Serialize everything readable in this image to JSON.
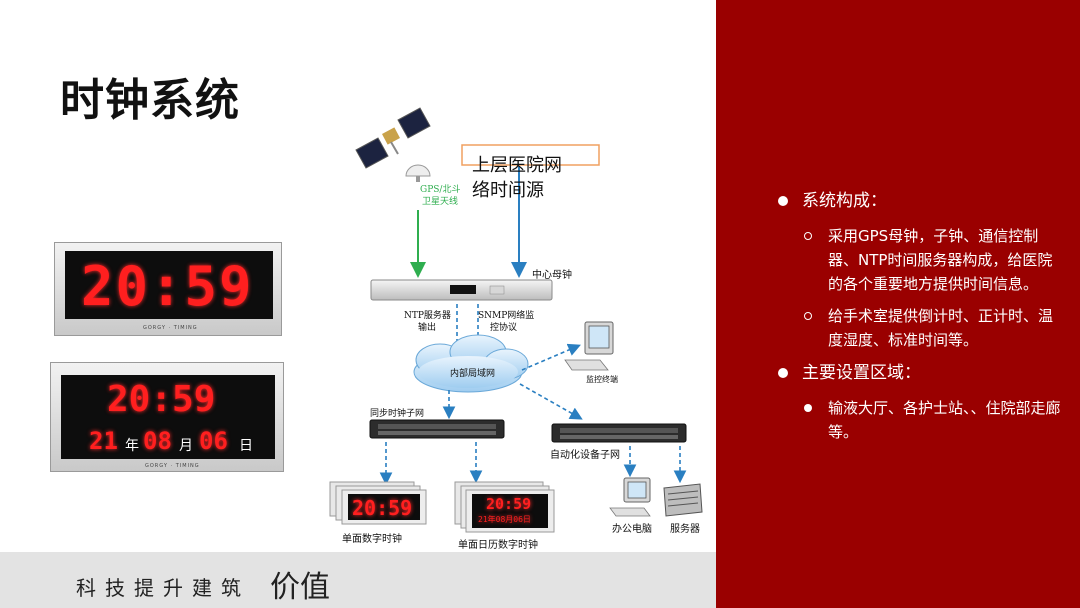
{
  "slide": {
    "title": "时钟系统",
    "slogan_main": "科技提升建筑",
    "slogan_emphasis": "价值"
  },
  "clocks": {
    "big_digital": {
      "time": "20:59"
    },
    "big_calendar": {
      "time": "20:59",
      "year_digits": "21",
      "year_unit": "年",
      "month_digits": "08",
      "month_unit": "月",
      "day_digits": "06",
      "day_unit": "日"
    },
    "small_digital": {
      "time": "20:59"
    },
    "small_calendar": {
      "time": "20:59",
      "date": "21年08月06日"
    }
  },
  "diagram": {
    "upper_source_line1": "上层医院网",
    "upper_source_line2": "络时间源",
    "gps_label_line1": "GPS/北斗",
    "gps_label_line2": "卫星天线",
    "master_clock_label": "中心母钟",
    "ntp_output_line1": "NTP服务器",
    "ntp_output_line2": "输出",
    "snmp_line1": "SNMP网络监",
    "snmp_line2": "控协议",
    "lan_label": "内部局域网",
    "monitor_label": "监控终端",
    "sync_subnet_label": "同步时钟子网",
    "automation_subnet_label": "自动化设备子网",
    "single_digital_clock_label": "单面数字时钟",
    "single_calendar_clock_label": "单面日历数字时钟",
    "office_pc_label": "办公电脑",
    "server_label": "服务器"
  },
  "bullets": {
    "composition_title": "系统构成：",
    "composition_item1": "采用GPS母钟，子钟、通信控制器、NTP时间服务器构成，给医院的各个重要地方提供时间信息。",
    "composition_item2": "给手术室提供倒计时、正计时、温度湿度、标准时间等。",
    "areas_title": "主要设置区域：",
    "areas_item1": "输液大厅、各护士站、、住院部走廊等。"
  },
  "colors": {
    "accent_red": "#9a0000",
    "led_red": "#ff1f1f",
    "line_green": "#2fae4f",
    "line_blue": "#2a7fc1",
    "source_box_border": "#f0a060"
  }
}
